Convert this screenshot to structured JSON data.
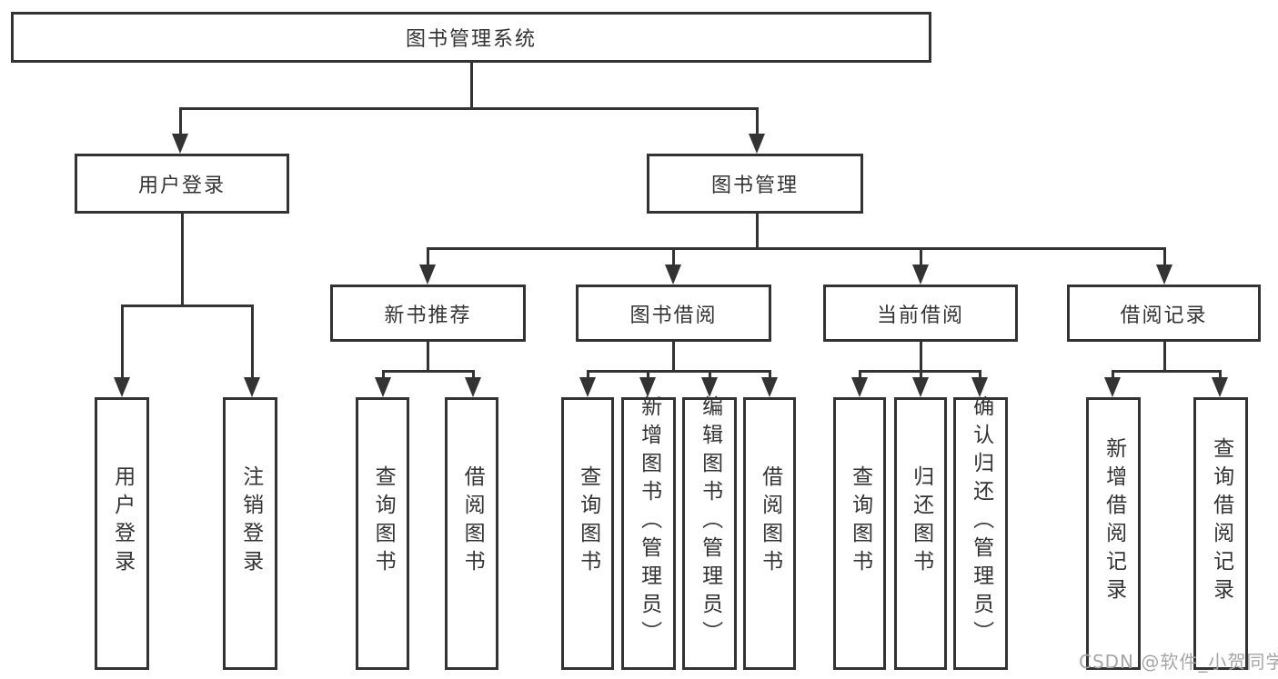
{
  "root": {
    "label": "图书管理系统"
  },
  "branches": {
    "user_login": {
      "label": "用户登录",
      "children": [
        {
          "label": "用户登录"
        },
        {
          "label": "注销登录"
        }
      ]
    },
    "book_mgmt": {
      "label": "图书管理",
      "children": [
        {
          "label": "新书推荐",
          "children": [
            {
              "label": "查询图书"
            },
            {
              "label": "借阅图书"
            }
          ]
        },
        {
          "label": "图书借阅",
          "children": [
            {
              "label": "查询图书"
            },
            {
              "label": "新增图书（管理员）"
            },
            {
              "label": "编辑图书（管理员）"
            },
            {
              "label": "借阅图书"
            }
          ]
        },
        {
          "label": "当前借阅",
          "children": [
            {
              "label": "查询图书"
            },
            {
              "label": "归还图书"
            },
            {
              "label": "确认归还（管理员）"
            }
          ]
        },
        {
          "label": "借阅记录",
          "children": [
            {
              "label": "新增借阅记录"
            },
            {
              "label": "查询借阅记录"
            }
          ]
        }
      ]
    }
  },
  "watermark": {
    "text": "CSDN @软件_小贺同学"
  },
  "colors": {
    "line": "#333333",
    "text": "#333333",
    "background": "#ffffff",
    "watermark": "#a6a6a6"
  }
}
